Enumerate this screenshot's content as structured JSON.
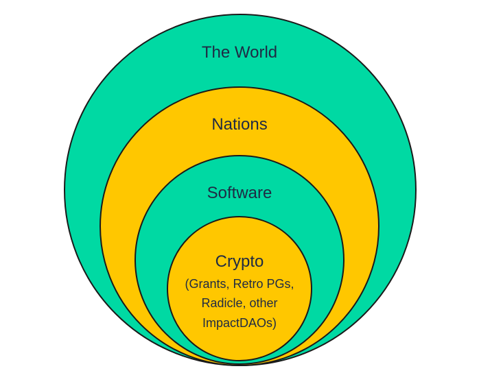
{
  "diagram": {
    "colors": {
      "teal": "#00d9a3",
      "gold": "#ffc700",
      "outline": "#1a1a1a",
      "text": "#1f2a44"
    },
    "circles": [
      {
        "label": "The World",
        "fill": "teal"
      },
      {
        "label": "Nations",
        "fill": "gold"
      },
      {
        "label": "Software",
        "fill": "teal"
      },
      {
        "label": "Crypto",
        "detail_lines": [
          "(Grants, Retro PGs,",
          "Radicle, other",
          "ImpactDAOs)"
        ],
        "fill": "gold"
      }
    ]
  }
}
